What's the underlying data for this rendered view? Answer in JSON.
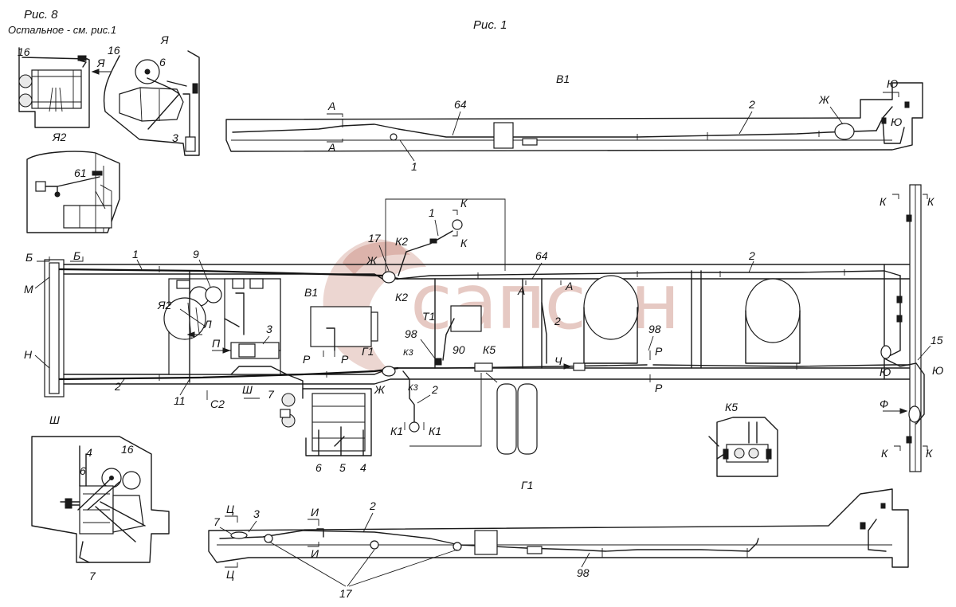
{
  "titles": {
    "fig8": "Рис. 8",
    "fig8_note": "Остальное - см. рис.1",
    "fig1": "Рис. 1"
  },
  "views": {
    "ya": "Я",
    "ya2": "Я2",
    "sh": "Ш",
    "v1": "В1",
    "g1": "Г1",
    "k5": "К5"
  },
  "watermark": "сапсан",
  "labels": {
    "n16": "16",
    "n6": "6",
    "n3": "3",
    "n61": "61",
    "n64": "64",
    "n2": "2",
    "n1": "1",
    "n9": "9",
    "n11": "11",
    "n17": "17",
    "n98": "98",
    "n90": "90",
    "n15": "15",
    "n7": "7",
    "n5": "5",
    "n4": "4",
    "A": "А",
    "B": "Б",
    "M": "М",
    "N": "Н",
    "P": "Р",
    "K": "К",
    "K1": "К1",
    "K2": "К2",
    "K3": "К3",
    "K5": "К5",
    "T1": "Т1",
    "ZH": "Ж",
    "YU": "Ю",
    "PE": "П",
    "C2": "С2",
    "SH": "Ш",
    "L": "Л",
    "CH": "Ч",
    "F": "Ф",
    "I": "И",
    "TS": "Ц",
    "YA": "Я",
    "YA2": "Я2",
    "G1": "Г1",
    "V1": "В1"
  }
}
